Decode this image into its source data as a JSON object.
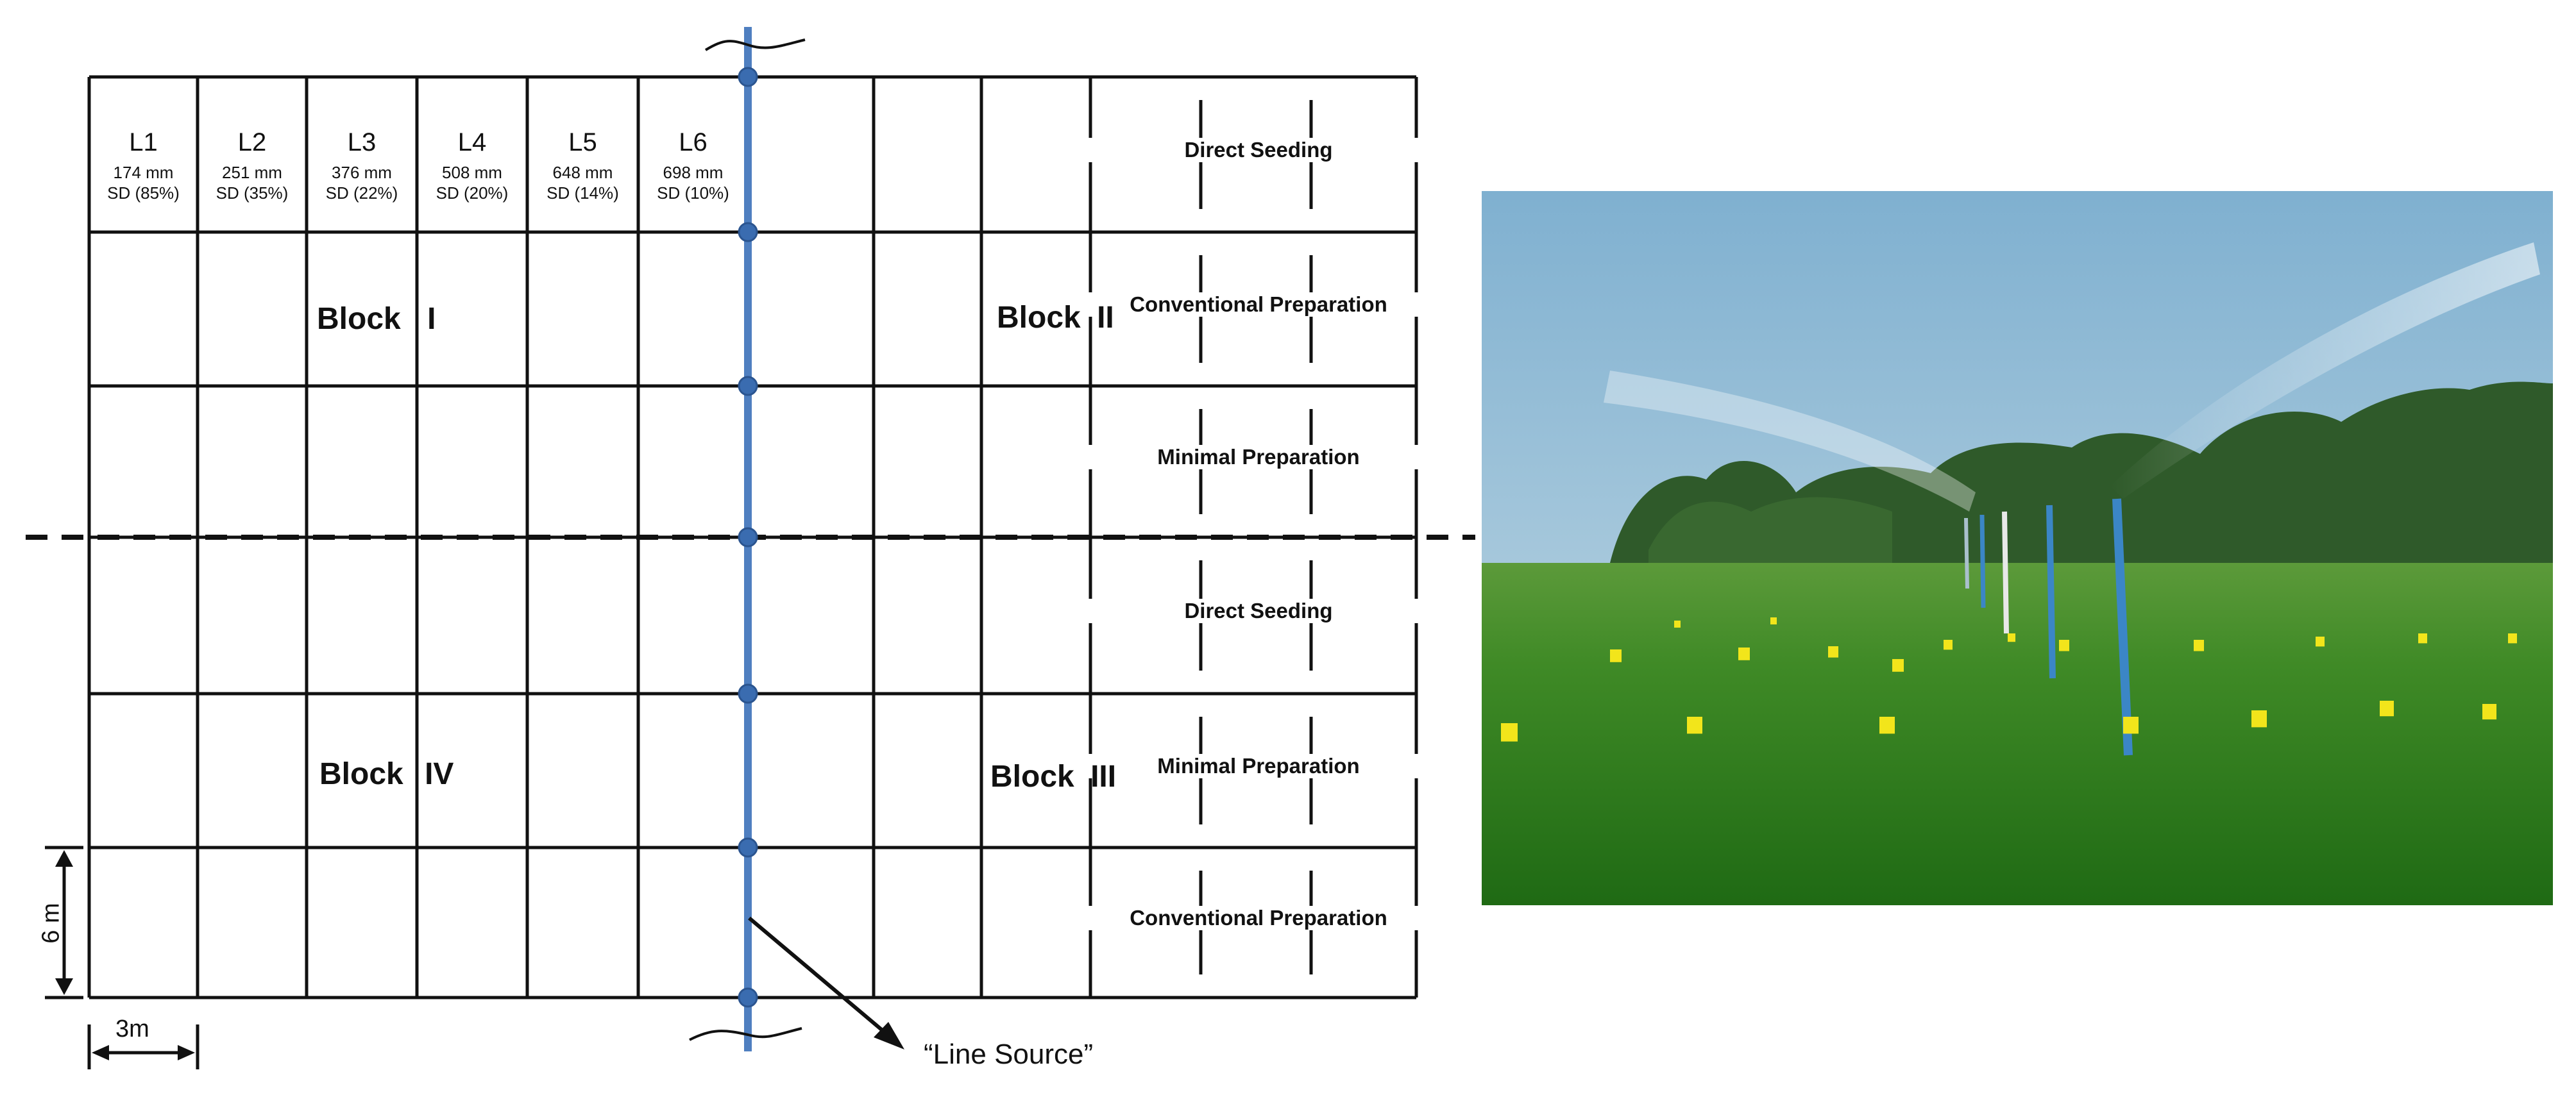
{
  "levels": [
    {
      "label": "L1",
      "depth": "174 mm",
      "sd": "SD (85%)"
    },
    {
      "label": "L2",
      "depth": "251 mm",
      "sd": "SD (35%)"
    },
    {
      "label": "L3",
      "depth": "376 mm",
      "sd": "SD (22%)"
    },
    {
      "label": "L4",
      "depth": "508 mm",
      "sd": "SD (20%)"
    },
    {
      "label": "L5",
      "depth": "648 mm",
      "sd": "SD (14%)"
    },
    {
      "label": "L6",
      "depth": "698 mm",
      "sd": "SD (10%)"
    }
  ],
  "treatments": [
    "Direct Seeding",
    "Conventional Preparation",
    "Minimal Preparation",
    "Direct Seeding",
    "Minimal Preparation",
    "Conventional Preparation"
  ],
  "blocks": {
    "b1": {
      "word": "Block",
      "num": "I"
    },
    "b2": {
      "word": "Block",
      "num": "II"
    },
    "b3": {
      "word": "Block",
      "num": "III"
    },
    "b4": {
      "word": "Block",
      "num": "IV"
    }
  },
  "line_source_label": "“Line Source”",
  "dimensions": {
    "row_height": "6 m",
    "col_width": "3m"
  },
  "colors": {
    "grid": "#111111",
    "pipe": "#4f7fc0",
    "node": "#3a6cb0",
    "sky": "#a9c8dc",
    "grass": "#2e7d1f",
    "marker": "#f2e51b"
  }
}
